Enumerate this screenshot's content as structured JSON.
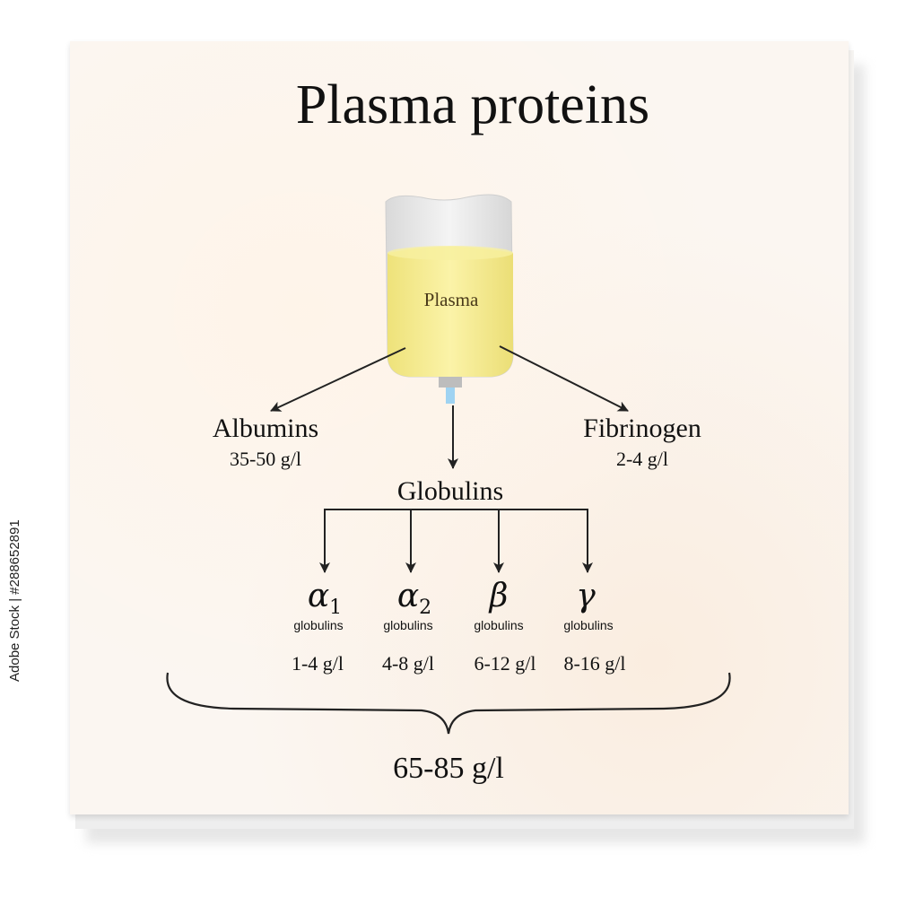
{
  "title": "Plasma proteins",
  "container_label": "Plasma",
  "albumins": {
    "name": "Albumins",
    "range": "35-50 g/l"
  },
  "fibrinogen": {
    "name": "Fibrinogen",
    "range": "2-4 g/l"
  },
  "globulins": {
    "name": "Globulins",
    "fractions": [
      {
        "symbol": "α",
        "subscript": "1",
        "label": "globulins",
        "range": "1-4 g/l"
      },
      {
        "symbol": "α",
        "subscript": "2",
        "label": "globulins",
        "range": "4-8 g/l"
      },
      {
        "symbol": "β",
        "subscript": "",
        "label": "globulins",
        "range": "6-12 g/l"
      },
      {
        "symbol": "γ",
        "subscript": "",
        "label": "globulins",
        "range": "8-16 g/l"
      }
    ]
  },
  "total": "65-85 g/l",
  "stock_id": "Adobe Stock | #288652891",
  "colors": {
    "plasma_fill": "#f5ec8a",
    "bag_glass": "#e7e7e7",
    "tube": "#9fd3f2",
    "paper": "#fbf6f1"
  }
}
